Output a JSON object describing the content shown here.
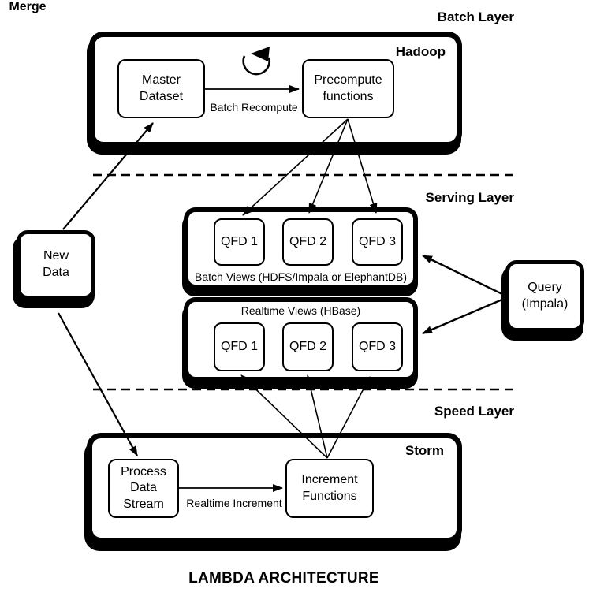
{
  "title": "LAMBDA ARCHITECTURE",
  "colors": {
    "foreground": "#000000",
    "background": "#ffffff"
  },
  "layer_labels": {
    "batch": "Batch Layer",
    "serving": "Serving Layer",
    "speed": "Speed Layer"
  },
  "batch_layer": {
    "container_label": "Hadoop",
    "master_dataset": "Master Dataset",
    "precompute": "Precompute functions",
    "edge_label": "Batch Recompute"
  },
  "serving_layer": {
    "batch_views": {
      "caption": "Batch Views (HDFS/Impala or ElephantDB)",
      "qfds": [
        "QFD 1",
        "QFD 2",
        "QFD 3"
      ]
    },
    "realtime_views": {
      "caption": "Realtime Views (HBase)",
      "qfds": [
        "QFD 1",
        "QFD 2",
        "QFD 3"
      ]
    },
    "merge_label": "Merge"
  },
  "speed_layer": {
    "container_label": "Storm",
    "process": "Process Data Stream",
    "increment": "Increment Functions",
    "edge_label": "Realtime Increment"
  },
  "new_data": "New Data",
  "query": "Query (Impala)",
  "edges": [
    {
      "from": "New Data",
      "to": "Master Dataset"
    },
    {
      "from": "New Data",
      "to": "Process Data Stream"
    },
    {
      "from": "Master Dataset",
      "to": "Precompute functions",
      "label": "Batch Recompute"
    },
    {
      "from": "Master Dataset",
      "to": "Master Dataset",
      "label": "loop"
    },
    {
      "from": "Precompute functions",
      "to": "Batch Views QFD 1"
    },
    {
      "from": "Precompute functions",
      "to": "Batch Views QFD 2"
    },
    {
      "from": "Precompute functions",
      "to": "Batch Views QFD 3"
    },
    {
      "from": "Query (Impala)",
      "to": "Batch Views",
      "label": "Merge"
    },
    {
      "from": "Query (Impala)",
      "to": "Realtime Views",
      "label": "Merge"
    },
    {
      "from": "Process Data Stream",
      "to": "Increment Functions",
      "label": "Realtime Increment"
    },
    {
      "from": "Increment Functions",
      "to": "Realtime Views QFD 1"
    },
    {
      "from": "Increment Functions",
      "to": "Realtime Views QFD 2"
    },
    {
      "from": "Increment Functions",
      "to": "Realtime Views QFD 3"
    }
  ]
}
